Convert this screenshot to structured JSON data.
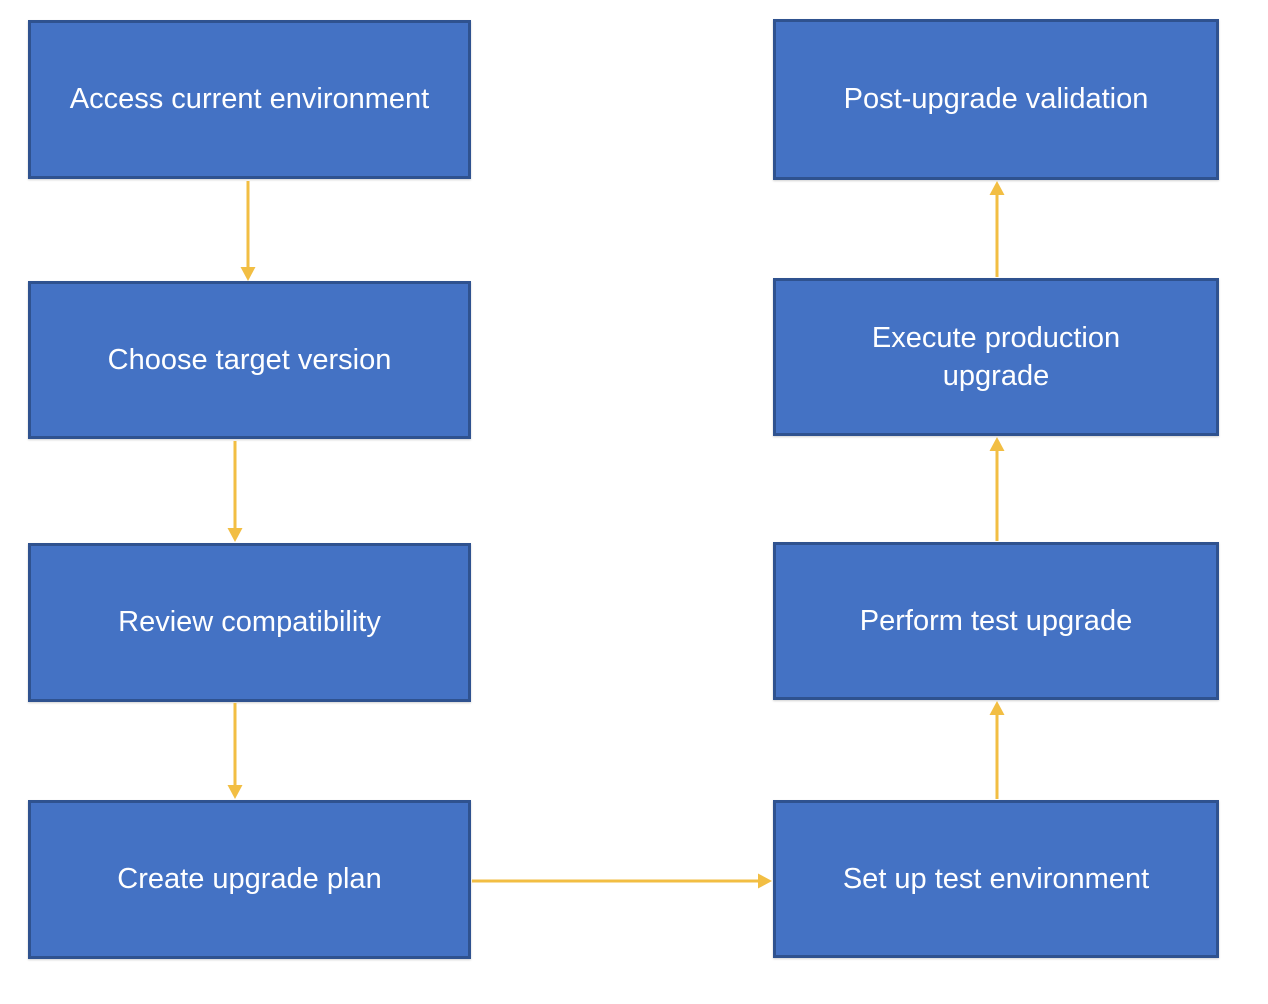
{
  "diagram": {
    "title": "",
    "type": "flowchart",
    "colors": {
      "node_fill": "#4472C4",
      "node_border": "#2F528F",
      "arrow": "#F2BE43",
      "text": "#FFFFFF"
    },
    "nodes": [
      {
        "id": "access-current-environment",
        "label": "Access current environment"
      },
      {
        "id": "choose-target-version",
        "label": "Choose target version"
      },
      {
        "id": "review-compatibility",
        "label": "Review compatibility"
      },
      {
        "id": "create-upgrade-plan",
        "label": "Create upgrade plan"
      },
      {
        "id": "set-up-test-environment",
        "label": "Set up test environment"
      },
      {
        "id": "perform-test-upgrade",
        "label": "Perform test upgrade"
      },
      {
        "id": "execute-production-upgrade",
        "label": "Execute production upgrade"
      },
      {
        "id": "post-upgrade-validation",
        "label": "Post-upgrade validation"
      }
    ],
    "edges": [
      {
        "from": "access-current-environment",
        "to": "choose-target-version",
        "direction": "down"
      },
      {
        "from": "choose-target-version",
        "to": "review-compatibility",
        "direction": "down"
      },
      {
        "from": "review-compatibility",
        "to": "create-upgrade-plan",
        "direction": "down"
      },
      {
        "from": "create-upgrade-plan",
        "to": "set-up-test-environment",
        "direction": "right"
      },
      {
        "from": "set-up-test-environment",
        "to": "perform-test-upgrade",
        "direction": "up"
      },
      {
        "from": "perform-test-upgrade",
        "to": "execute-production-upgrade",
        "direction": "up"
      },
      {
        "from": "execute-production-upgrade",
        "to": "post-upgrade-validation",
        "direction": "up"
      }
    ]
  }
}
